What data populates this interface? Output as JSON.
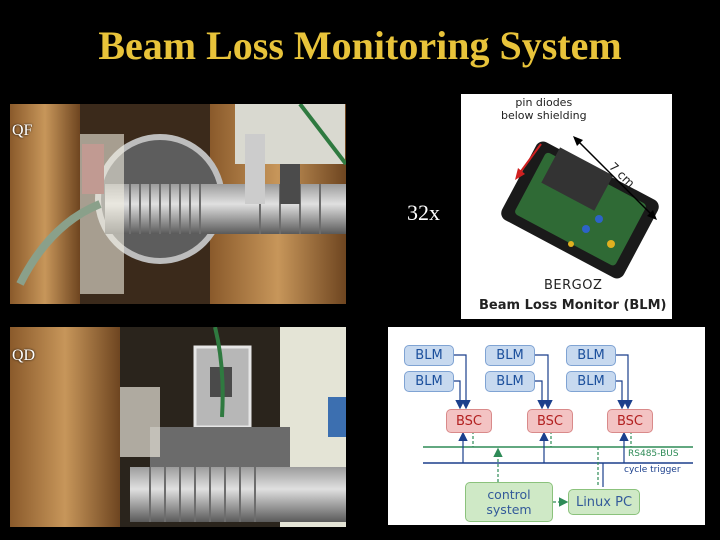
{
  "slide": {
    "title": "Beam Loss Monitoring System",
    "qf_label": "QF",
    "qd_label": "QD",
    "count_label": "32x"
  },
  "blm_photo": {
    "annotation_diodes": "pin diodes\nbelow shielding",
    "annotation_size": "7 cm",
    "brand": "BERGOZ",
    "caption": "Beam Loss Monitor (BLM)"
  },
  "diagram": {
    "blm_label": "BLM",
    "bsc_label": "BSC",
    "bus_label": "RS485-BUS",
    "trigger_label": "cycle trigger",
    "control_label": "control\nsystem",
    "pc_label": "Linux PC",
    "colors": {
      "blm": "#c7d9ef",
      "bsc": "#f3c3c3",
      "control": "#cfe9c6",
      "bus": "#2e8b57",
      "trigger": "#1b3f8c"
    }
  }
}
